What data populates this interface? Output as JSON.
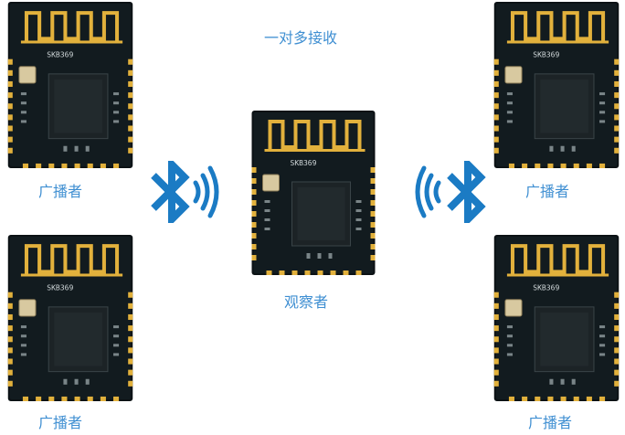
{
  "title": "一对多接收",
  "module_marking": "SKB369",
  "modules": [
    {
      "role": "广播者"
    },
    {
      "role": "广播者"
    },
    {
      "role": "观察者"
    },
    {
      "role": "广播者"
    },
    {
      "role": "广播者"
    }
  ],
  "icons": {
    "left": "bluetooth-icon",
    "right": "bluetooth-icon"
  },
  "colors": {
    "label": "#3f8fd2",
    "bluetooth": "#1b7bc4",
    "pcb": "#0d1417",
    "antenna": "#e0b23c"
  }
}
